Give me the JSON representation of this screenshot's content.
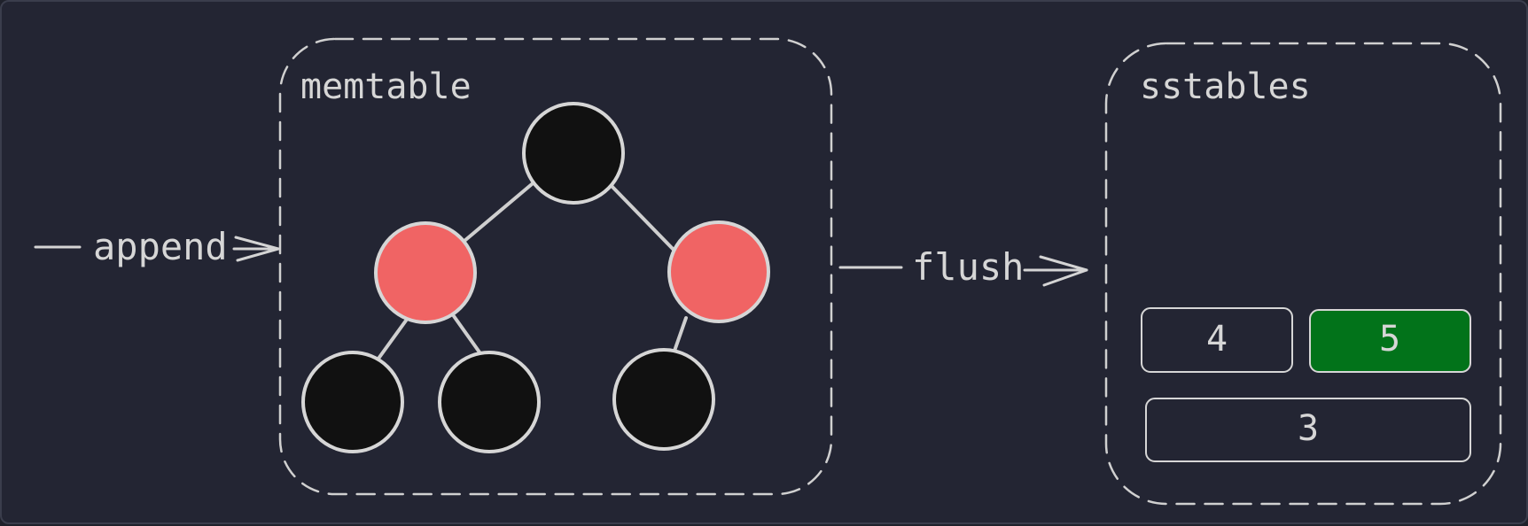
{
  "diagram": {
    "append_label": "append",
    "flush_label": "flush",
    "memtable": {
      "title": "memtable",
      "tree_nodes": [
        {
          "id": "root",
          "color": "black"
        },
        {
          "id": "left",
          "color": "red"
        },
        {
          "id": "right",
          "color": "red"
        },
        {
          "id": "left-left",
          "color": "black"
        },
        {
          "id": "left-right",
          "color": "black"
        },
        {
          "id": "right-left",
          "color": "black"
        }
      ]
    },
    "sstables": {
      "title": "sstables",
      "tables": [
        {
          "label": "4",
          "highlighted": false
        },
        {
          "label": "5",
          "highlighted": true
        },
        {
          "label": "3",
          "highlighted": false
        }
      ]
    }
  },
  "colors": {
    "background": "#232533",
    "black_node": "#111111",
    "red_node": "#f06464",
    "highlight_table": "#02731a",
    "stroke": "#d6d6d6"
  }
}
